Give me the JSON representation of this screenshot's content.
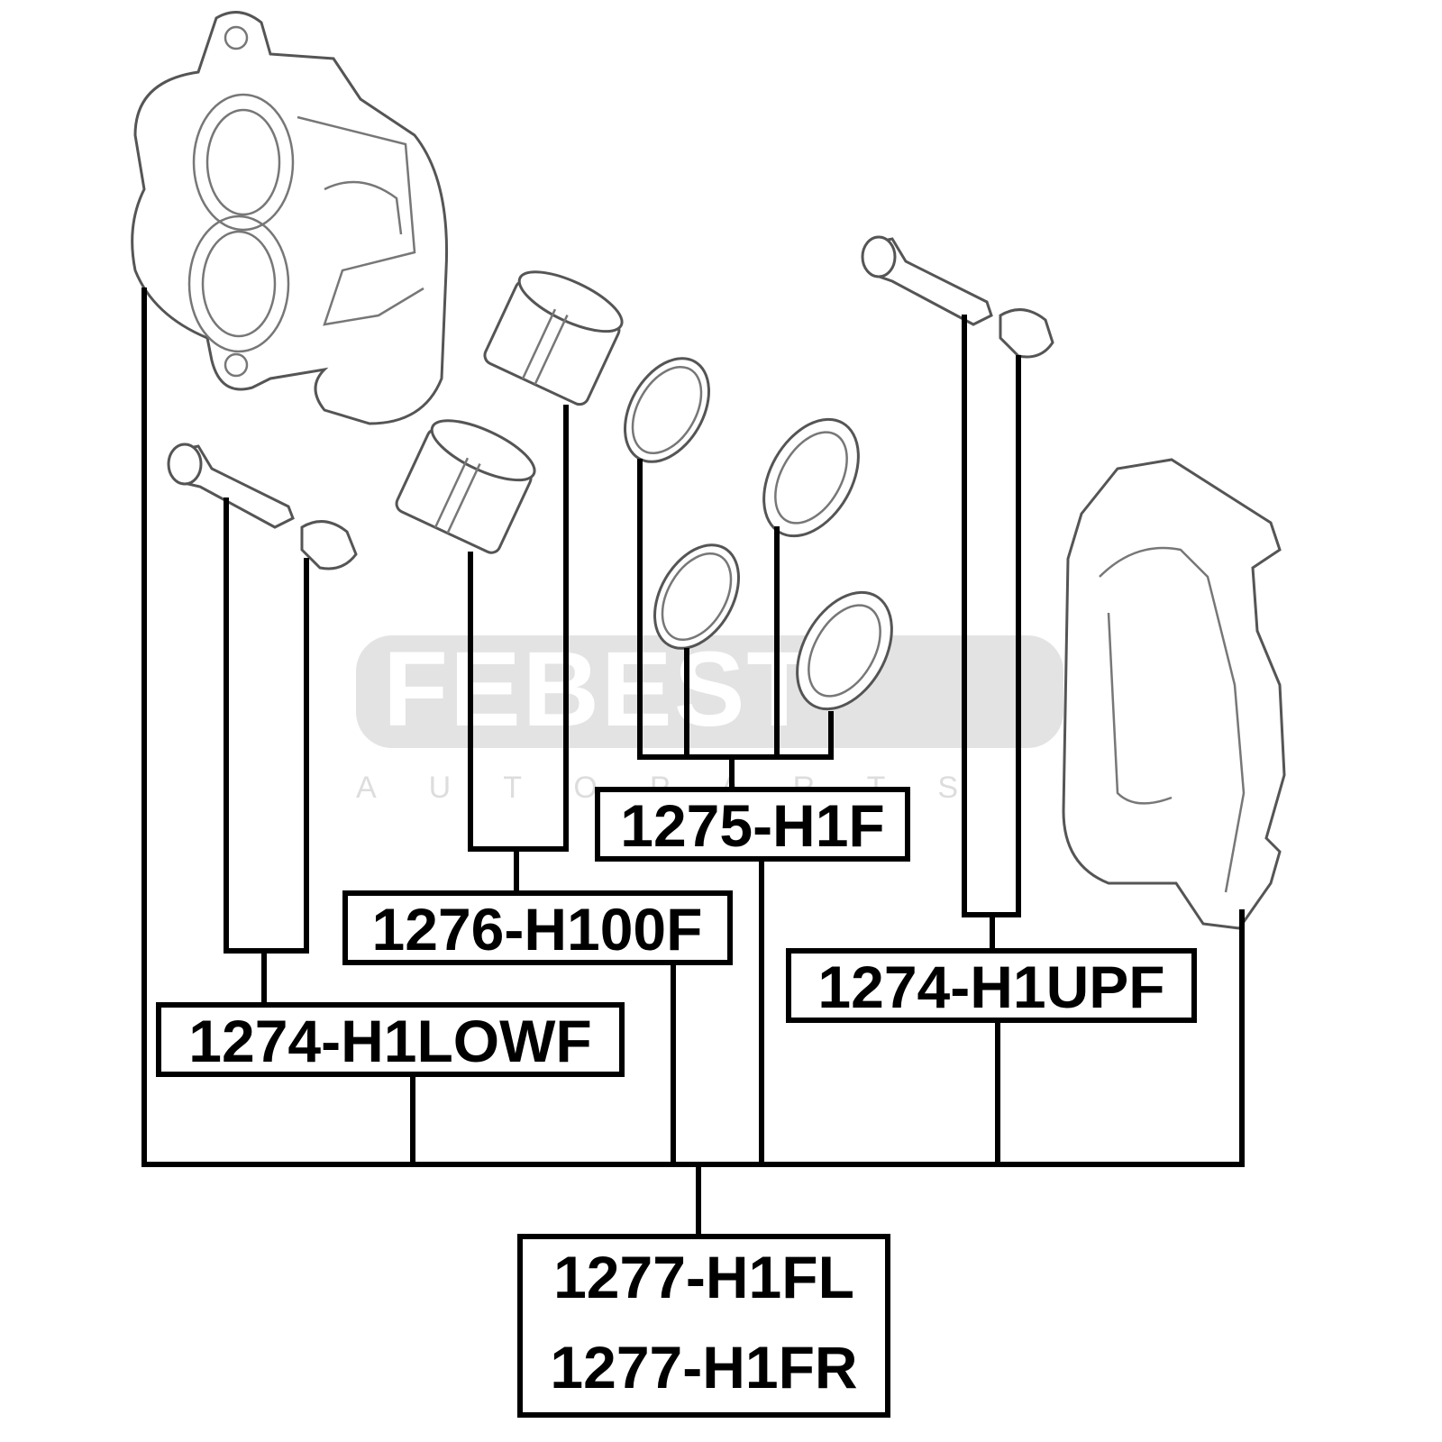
{
  "watermark": {
    "brand": "FEBEST",
    "sub": "AUTOPARTS"
  },
  "labels": {
    "piston_seal_kit": "1275-H1F",
    "piston": "1276-H100F",
    "upper_guide_pin": "1274-H1UPF",
    "lower_guide_pin": "1274-H1LOWF",
    "caliper_left": "1277-H1FL",
    "caliper_right": "1277-H1FR"
  },
  "colors": {
    "line": "#000000",
    "part_stroke": "#555555",
    "watermark_bg": "#e3e3e3"
  }
}
